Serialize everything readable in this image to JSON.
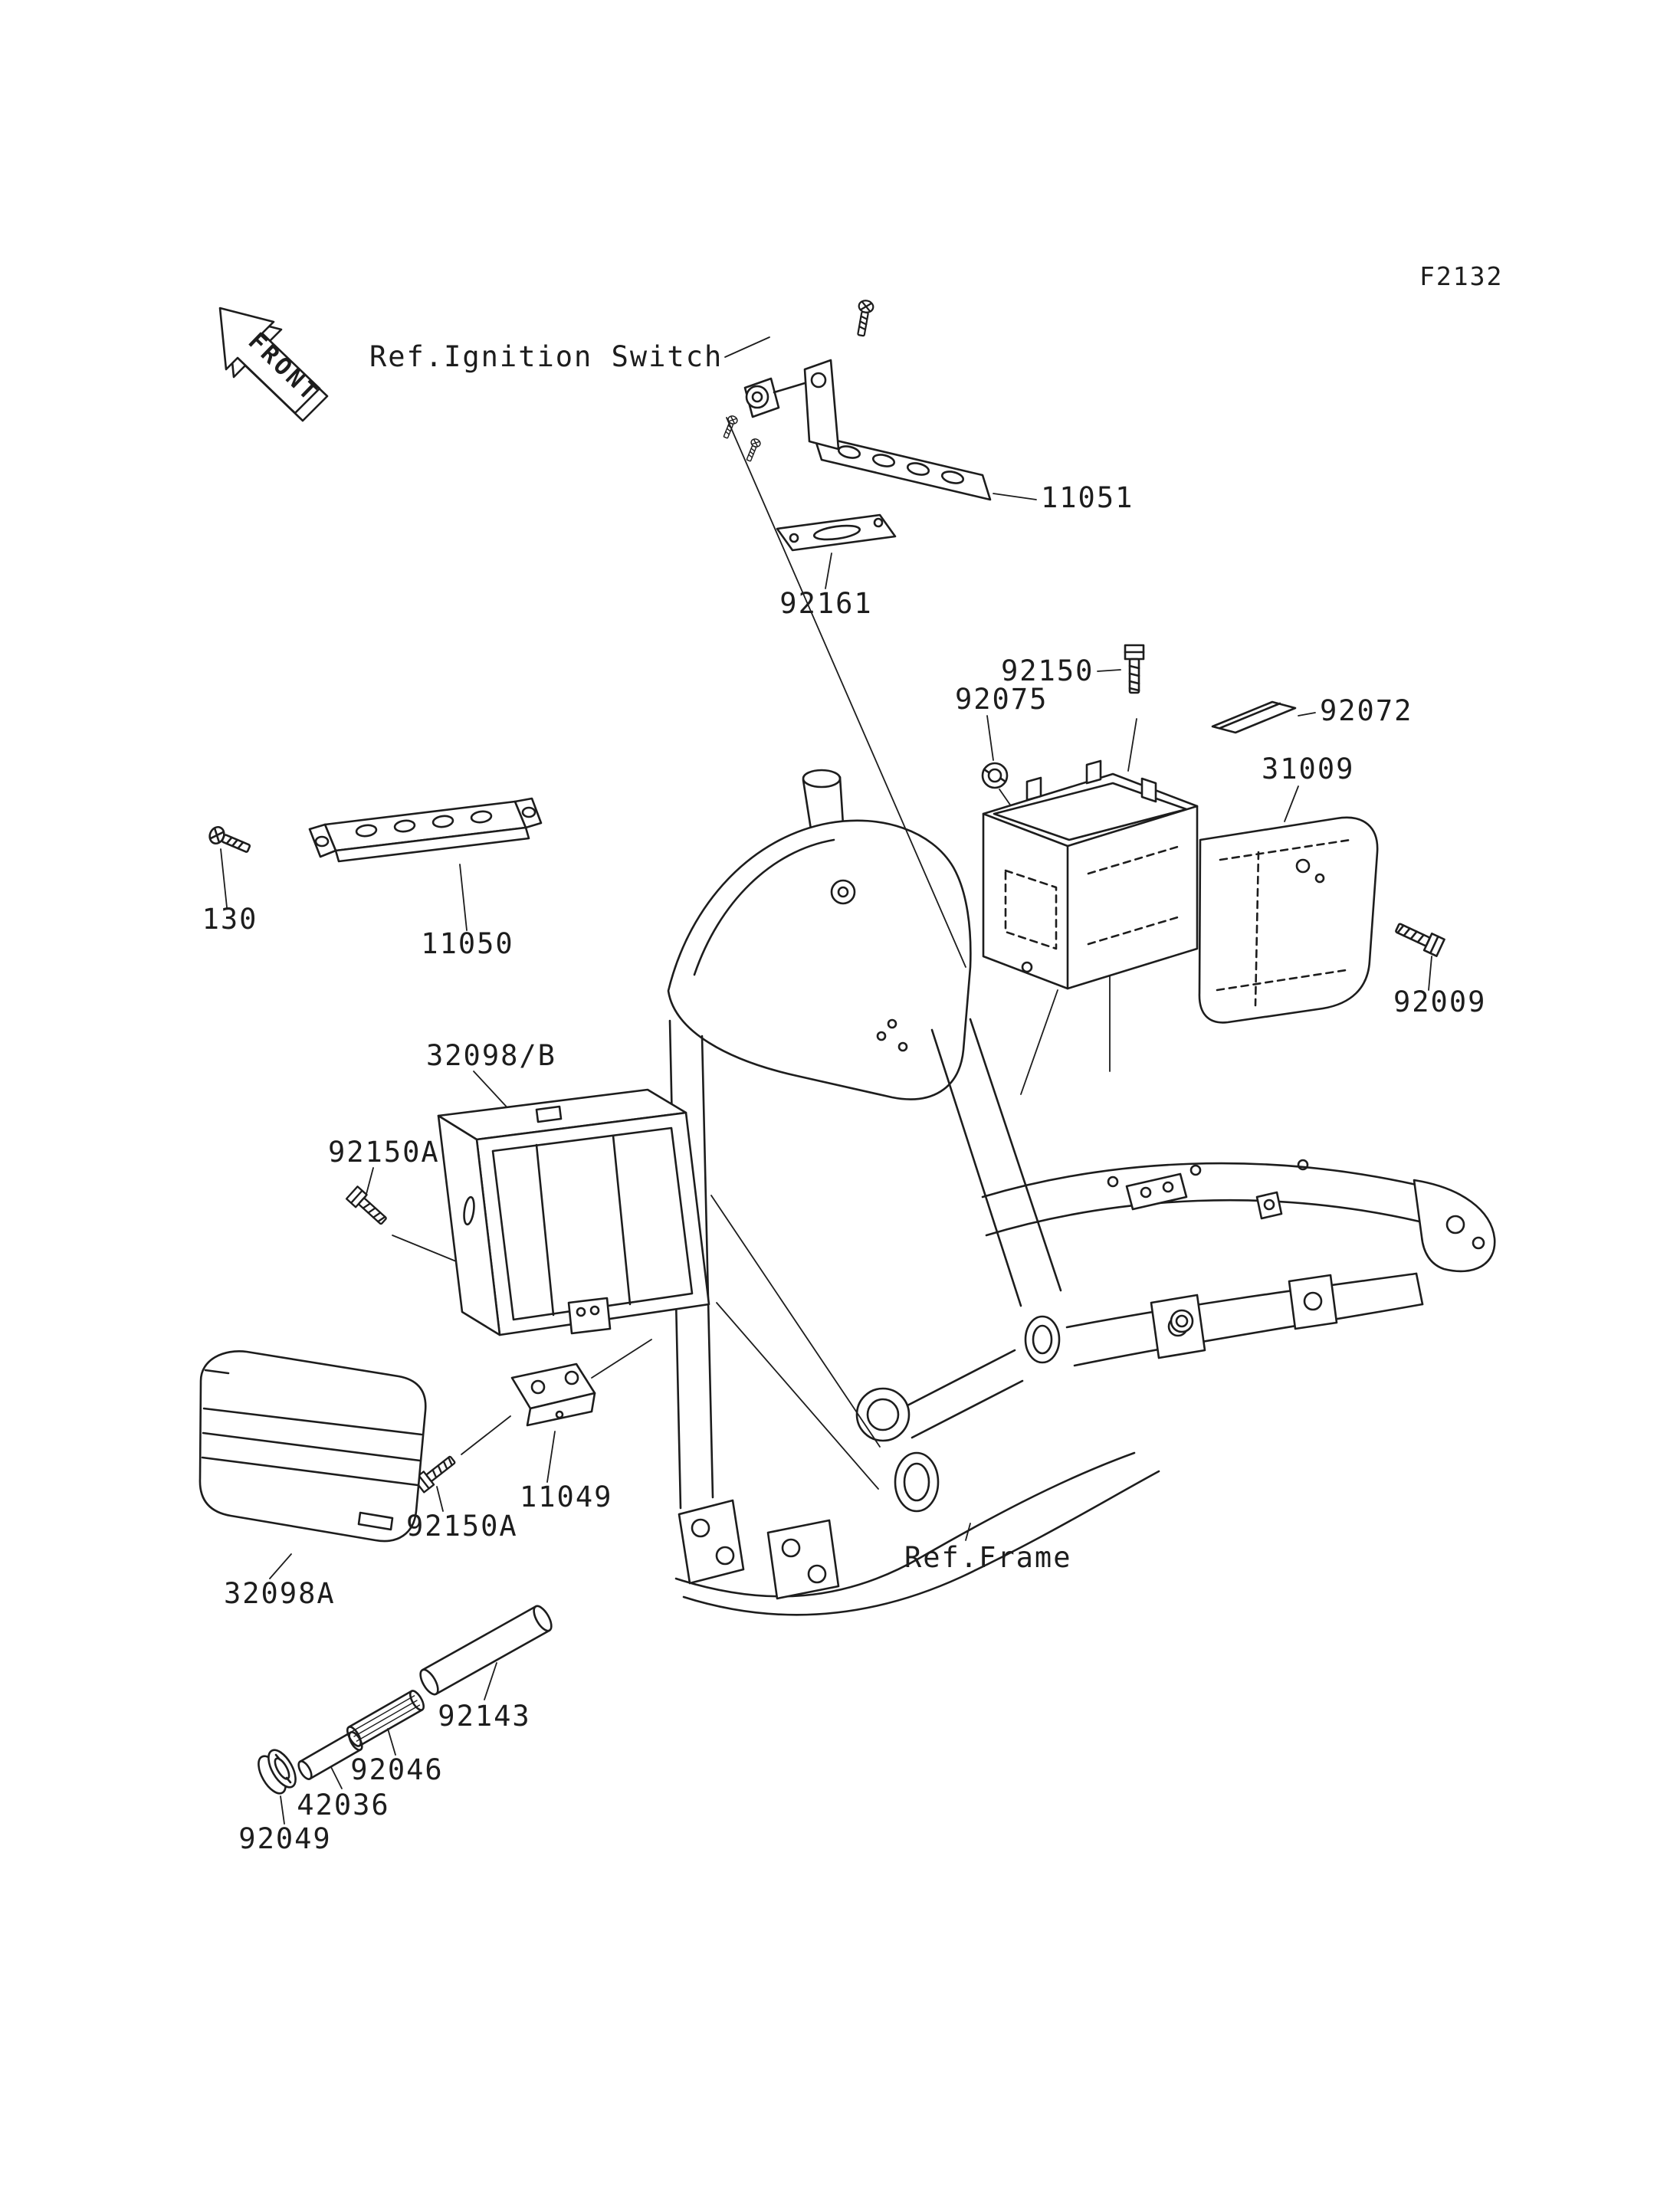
{
  "page": {
    "background": "#ffffff",
    "ink": "#1d1d1d"
  },
  "figure": {
    "code": "F2132",
    "front_marker": "FRONT"
  },
  "references": {
    "ignition_switch": "Ref.Ignition Switch",
    "frame": "Ref.Frame"
  },
  "parts": {
    "11051": "11051",
    "92161": "92161",
    "92150": "92150",
    "92075": "92075",
    "92072": "92072",
    "31009": "31009",
    "92009": "92009",
    "130": "130",
    "11050": "11050",
    "32098B": "32098/B",
    "92150A": "92150A",
    "11049": "11049",
    "32098A": "32098A",
    "92143": "92143",
    "92046": "92046",
    "42036": "42036",
    "92049": "92049"
  }
}
